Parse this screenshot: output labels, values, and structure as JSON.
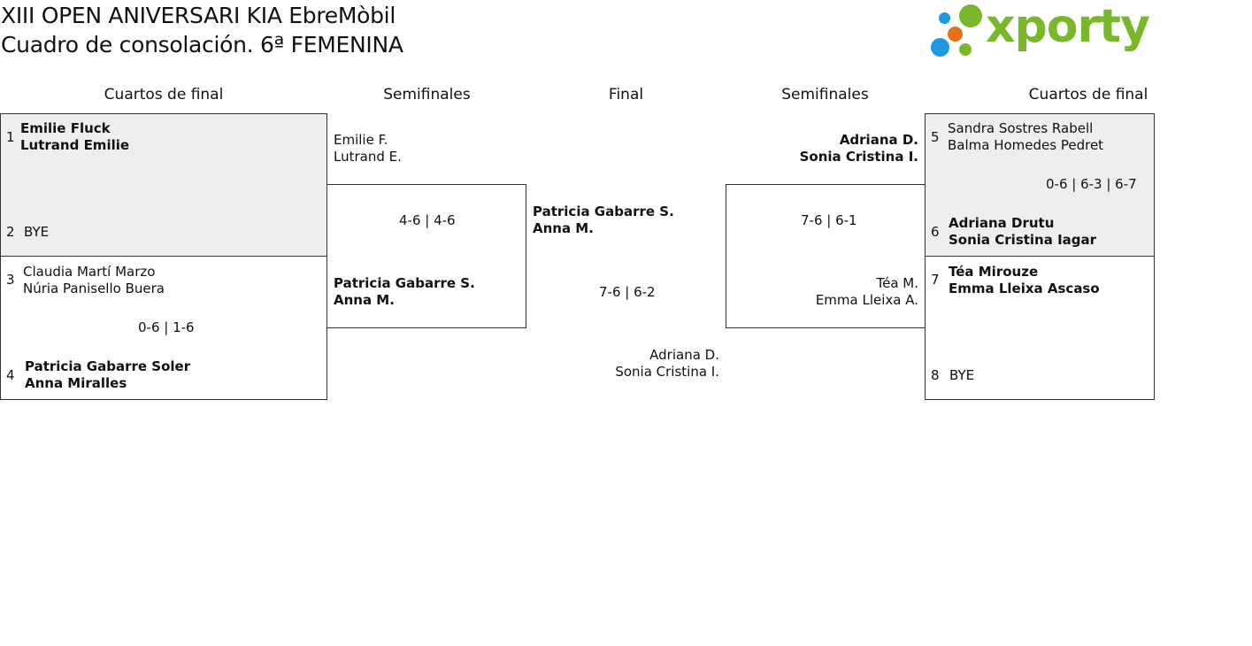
{
  "header": {
    "title_line1": "XIII OPEN ANIVERSARI KIA EbreMòbil",
    "title_line2": "Cuadro de consolación. 6ª FEMENINA",
    "logo_text": "xporty",
    "logo_colors": [
      "#1a9ae0",
      "#e8701a",
      "#79b82a"
    ]
  },
  "columns": {
    "quarters_left": "Cuartos de final",
    "semis_left": "Semifinales",
    "final": "Final",
    "semis_right": "Semifinales",
    "quarters_right": "Cuartos de final"
  },
  "quarters_left": {
    "m1": {
      "seed_a": "1",
      "a1": "Emilie Fluck",
      "a2": "Lutrand Emilie",
      "seed_b": "2",
      "b1": "BYE"
    },
    "m2": {
      "seed_a": "3",
      "a1": "Claudia Martí Marzo",
      "a2": "Núria Panisello Buera",
      "score": "0-6 | 1-6",
      "seed_b": "4",
      "b1": "Patricia Gabarre Soler",
      "b2": "Anna Miralles"
    }
  },
  "semis_left": {
    "top1": "Emilie F.",
    "top2": "Lutrand E.",
    "score": "4-6 | 4-6",
    "bot1": "Patricia Gabarre S.",
    "bot2": "Anna M."
  },
  "final": {
    "top1": "Patricia Gabarre S.",
    "top2": "Anna M.",
    "score": "7-6 | 6-2",
    "bot1": "Adriana D.",
    "bot2": "Sonia Cristina I."
  },
  "semis_right": {
    "top1": "Adriana D.",
    "top2": "Sonia Cristina I.",
    "score": "7-6 | 6-1",
    "bot1": "Téa M.",
    "bot2": "Emma Lleixa A."
  },
  "quarters_right": {
    "m1": {
      "seed_a": "5",
      "a1": "Sandra Sostres Rabell",
      "a2": "Balma Homedes Pedret",
      "score": "0-6 | 6-3 | 6-7",
      "seed_b": "6",
      "b1": "Adriana Drutu",
      "b2": "Sonia Cristina Iagar"
    },
    "m2": {
      "seed_a": "7",
      "a1": "Téa Mirouze",
      "a2": "Emma Lleixa Ascaso",
      "seed_b": "8",
      "b1": "BYE"
    }
  }
}
